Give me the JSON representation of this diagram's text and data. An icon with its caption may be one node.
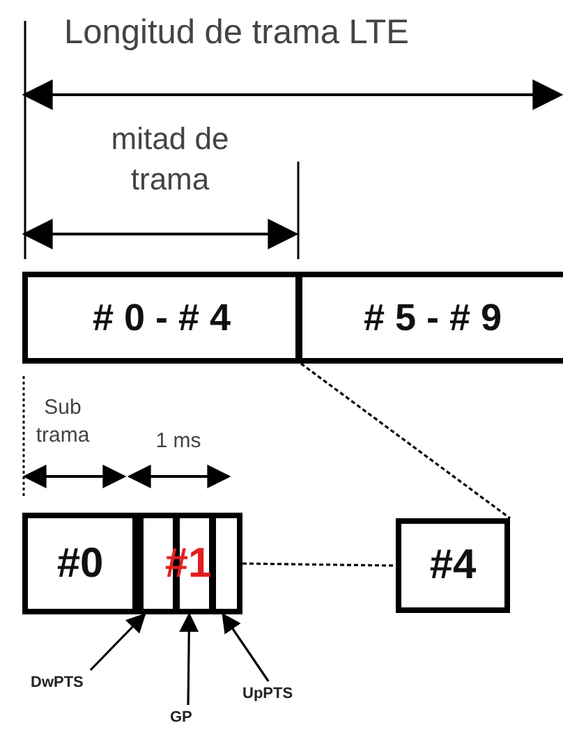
{
  "diagram": {
    "title": "Longitud de trama LTE",
    "nodes": [
      {
        "text": [
          "# 0 - # 4"
        ]
      },
      {
        "text": [
          "# 5 - # 9"
        ]
      },
      {
        "text": [
          "#0"
        ]
      },
      {
        "text": [
          "#1"
        ]
      },
      {
        "text": [
          "#4"
        ]
      },
      {
        "text": [
          "DwPTS"
        ]
      },
      {
        "text": [
          "GP"
        ]
      },
      {
        "text": [
          "UpPTS"
        ]
      }
    ],
    "edges": [
      {
        "from": 0,
        "to": 4,
        "arrow": "none",
        "style": "dashed"
      },
      {
        "from": 3,
        "to": 4,
        "arrow": "none",
        "style": "dashed"
      },
      {
        "from": 5,
        "to": 3,
        "arrow": "to"
      },
      {
        "from": 6,
        "to": 3,
        "arrow": "to"
      },
      {
        "from": 7,
        "to": 3,
        "arrow": "to"
      }
    ],
    "labels": [
      "mitad de trama",
      "Sub trama",
      "1 ms"
    ]
  }
}
